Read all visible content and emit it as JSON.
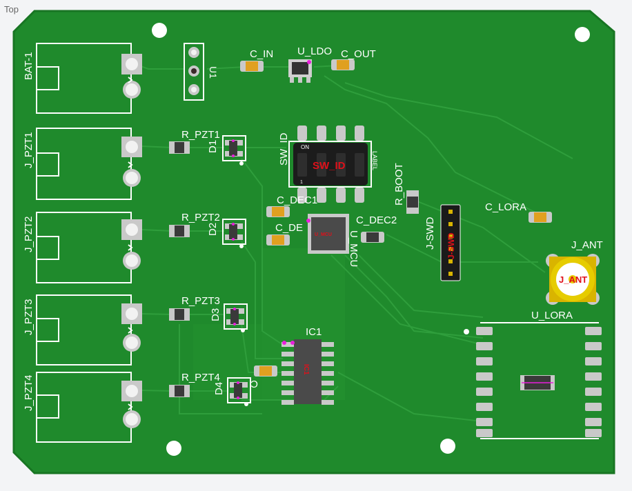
{
  "view_label": "Top",
  "colors": {
    "board": "#1f8a2c",
    "board_edge": "#187523",
    "trace": "#2f9e3c",
    "silk": "#ffffff",
    "pad": "#c9c9c9",
    "ref_text": "#e0101a",
    "marker": "#e91edc",
    "gold": "#d9b400"
  },
  "labels": {
    "bat": "BAT-1",
    "u1": "U1",
    "c_in": "C_IN",
    "u_ldo": "U_LDO",
    "c_out": "C_OUT",
    "j_pzt1": "J_PZT1",
    "j_pzt2": "J_PZT2",
    "j_pzt3": "J_PZT3",
    "j_pzt4": "J_PZT4",
    "r_pzt1": "R_PZT1",
    "r_pzt2": "R_PZT2",
    "r_pzt3": "R_PZT3",
    "r_pzt4": "R_PZT4",
    "d1": "D1",
    "d2": "D2",
    "d3": "D3",
    "d4": "D4",
    "sw_id": "SW_ID",
    "sw_id_ref": "SW_ID",
    "sw_on": "ON",
    "sw_one": "1",
    "sw_label": "LABEL",
    "r_boot": "R_BOOT",
    "c_dec1": "C_DEC1",
    "c_dec2": "C_DEC2",
    "c_de": "C_DE",
    "u_mcu": "U_MCU",
    "j_swd": "J-SWD",
    "j_swd_ref": "J-SWD",
    "c_lora": "C_LORA",
    "j_ant": "J_ANT",
    "j_ant_ref": "J_ANT",
    "u_lora": "U_LORA",
    "ic1": "IC1",
    "c_bottom": "C",
    "ic1_ref": "IC1",
    "mcu_ref": "U_MCU"
  }
}
